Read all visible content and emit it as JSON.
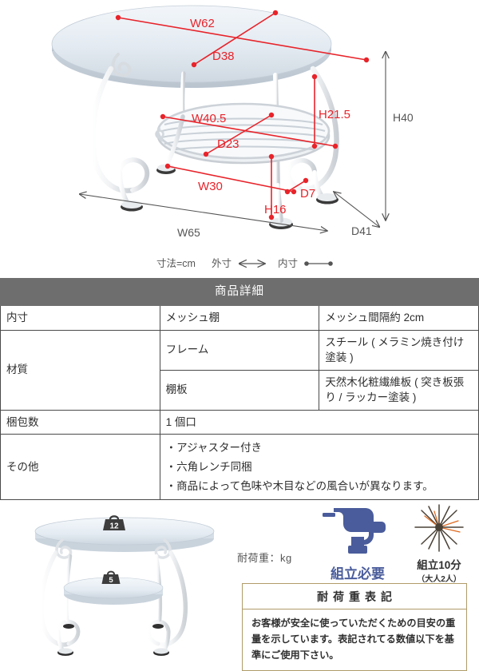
{
  "diagram": {
    "dimensions_red": [
      {
        "id": "top-width",
        "label": "W62"
      },
      {
        "id": "top-depth",
        "label": "D38"
      },
      {
        "id": "shelf-width",
        "label": "W40.5"
      },
      {
        "id": "shelf-depth",
        "label": "D23"
      },
      {
        "id": "shelf-clearance",
        "label": "H21.5"
      },
      {
        "id": "leg-span-width",
        "label": "W30"
      },
      {
        "id": "shelf-to-floor",
        "label": "H16"
      },
      {
        "id": "leg-depth",
        "label": "D7"
      }
    ],
    "dimensions_gray": [
      {
        "id": "overall-height",
        "label": "H40"
      },
      {
        "id": "overall-depth",
        "label": "D41"
      },
      {
        "id": "overall-width",
        "label": "W65"
      }
    ],
    "legend": {
      "unit": "寸法=cm",
      "outer_label": "外寸",
      "inner_label": "内寸"
    },
    "colors": {
      "inner_dim": "#e8232a",
      "outer_dim": "#555555"
    }
  },
  "spec_table": {
    "header": "商品詳細",
    "rows": [
      {
        "label": "内寸",
        "label_rowspan": 1,
        "sub": "メッシュ棚",
        "value": "メッシュ間隔約 2cm"
      },
      {
        "label": "材質",
        "label_rowspan": 2,
        "sub": "フレーム",
        "value": "スチール ( メラミン焼き付け塗装 )"
      },
      {
        "label": null,
        "sub": "棚板",
        "value": "天然木化粧繊維板 ( 突き板張り / ラッカー塗装 )"
      },
      {
        "label": "梱包数",
        "sub": null,
        "value": "1 個口",
        "colspan": 2
      }
    ],
    "other": {
      "label": "その他",
      "items": [
        "・アジャスター付き",
        "・六角レンチ同梱",
        "・商品によって色味や木目などの風合いが異なります。"
      ]
    }
  },
  "bottom": {
    "photo": {
      "top_badge_weight": "12",
      "shelf_badge_weight": "5"
    },
    "load_note": "耐荷重：kg",
    "icons": [
      {
        "id": "assembly-required",
        "icon_name": "power-drill-icon",
        "caption": "組立必要",
        "color": "#4a5c9b"
      },
      {
        "id": "assembly-time",
        "icon_name": "starburst-icon",
        "caption": "組立10分",
        "sub_caption": "（大人2人）",
        "color": "#2f2f2f"
      }
    ],
    "caution": {
      "title": "耐荷重表記",
      "body": "お客様が安全に使っていただくための目安の重量を示しています。表記されてる数値以下を基準にご使用下さい。",
      "border_color": "#b09c6a"
    }
  }
}
